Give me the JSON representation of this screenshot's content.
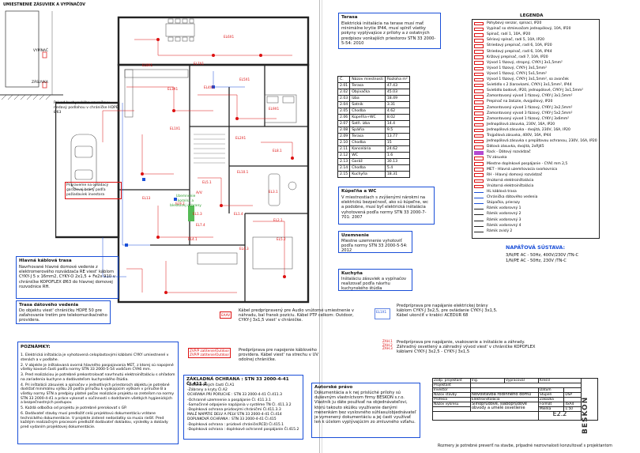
{
  "door_detail": {
    "title": "UMIESTNENIE ZÁSUVIEK A VYPÍNAČOV",
    "switch_label": "VYPÍNAČ",
    "socket_label": "ZÁSUVKA"
  },
  "plan": {
    "garage_note": "Privod kuchynského ozvračovu nedavý podlahou v chráničke HDPE Ø63",
    "gate_note": "Pripraveme na ovládacý garážovej brány podľa požiadaviek investora",
    "main_trace_title": "Hlavná káblová trasa",
    "main_trace_text": "Navrhované hlavné domové vedenie z elektromerového rozvádzača RE viest' káblom CYKY-J 5 x 16mm2, CYKY-O 2x1,5 + Fe2x 910 v chráničke KOPOFLEX Ø63 do hlavnej domovej rozvodnice RH.",
    "data_trace_title": "Trasa dátového vedenia",
    "data_trace_text": "Do objektu viest' chráničku HDPE 50 pre zaťahovanie tretím pre telekomunikačného providera.",
    "central_label": "Uzemnenie komína a bleskovej ochrany",
    "av_label": "A/V",
    "room_tags": [
      "EL6X1",
      "EL7X1",
      "EL8X1",
      "EL9X1",
      "EL3X1",
      "EL4X1",
      "EL5X1",
      "EL1X1",
      "EL2X1",
      "EL1.3",
      "EL1.4",
      "EL7.4",
      "EL8.1",
      "EL10.1",
      "EL5.1",
      "EL5.2",
      "EL4.3",
      "EL2.1",
      "EL4.1",
      "EL3.1",
      "EL13",
      "EL9.2"
    ]
  },
  "terasa": {
    "title": "Terasa",
    "text": "Elektrická inštalácia na terase musí mať minimálne krytie IP44, musí splniť všetky pokyny vyplývajúce z prílohy a z ostatných predpisov vonkajších priestorov STN 33 2000-5-54: 2010"
  },
  "rooms": {
    "headers": [
      "Č.",
      "Názov miestnosti",
      "Rozloha m²"
    ],
    "rows": [
      [
        "2.01",
        "Terasa",
        "47.43"
      ],
      [
        "2.02",
        "Obývačka",
        "45.03"
      ],
      [
        "2.03",
        "Izba",
        "18.49"
      ],
      [
        "2.04",
        "Šatník",
        "3.31"
      ],
      [
        "2.05",
        "Chodba",
        "4.62"
      ],
      [
        "2.06",
        "Kúpeľňa+WC",
        "8.02"
      ],
      [
        "2.07",
        "Šatň. izba",
        "14.4"
      ],
      [
        "2.08",
        "Spálňa",
        "9.5"
      ],
      [
        "2.09",
        "Terasa",
        "13.77"
      ],
      [
        "2.10",
        "Chodba",
        "15"
      ],
      [
        "2.11",
        "Kancelária",
        "24.62"
      ],
      [
        "2.12",
        "WC",
        "1.6"
      ],
      [
        "2.13",
        "Garáž",
        "30.13"
      ],
      [
        "2.14",
        "Chodba",
        "5.4"
      ],
      [
        "2.15",
        "Kuchyňa",
        "18.31"
      ]
    ]
  },
  "legend": {
    "title": "LEGENDA",
    "items": [
      "Pohybový senzor, spínací, IP20",
      "Vypínač so stmievačom jednopólový, 10A, IP20",
      "Spínač, radí 1, 10A, IP20",
      "Sériový spínač, radí 5, 10A, IP20",
      "Striedavý prepínač, radí 6, 10A, IP20",
      "Striedavý prepínač, radí 6, 10A, IP44",
      "Krížový prepínač, radí 7, 10A, IP20",
      "Vývod 1 fázový, stropný, CYKY-J 3x1,5mm²",
      "Vývod 1 fázový, CYKY-J 3x1,5mm²",
      "Vývod 1 fázový, CYKY-J 5x1,5mm²",
      "Vývod 1 fázový, CYKY-J 3x1,5mm², so zvonček",
      "Svietidlo s 2 žiarovkami, CYKY-J 3x1,5mm², IP44",
      "Svietidlo bodové, IP20, jednopólové, CYKY-J 3x1,5mm²",
      "Zamontovaný vývod 1 fázový, CYKY-J 3x1,5mm²",
      "Prepínač na žalúzie, dvojpólový, IP20",
      "Zamontovaný vývod 1 fázový, CYKY-J 3x2,5mm²",
      "Zamontovaný vývod 3 fázový, CYKY-J 5x2,5mm²",
      "Zamontovaný vývod 1 fázový, CYKY-J 3x6mm²",
      "Jednopólová zásuvka, 230V, 16A, IP20",
      "Jednopólová zásuvka - dvojitá, 230V, 16A, IP20",
      "Trojpólová zásuvka, 400V, 16A, IP44",
      "Jednopólová zásuvka s prepäťovou ochranou, 230V, 16A, IP20",
      "Dátová zásuvka, dvojitá, 2xRJ45",
      "Rack - Dátový rozvádzač",
      "TV zásuvka",
      "Miestne doplnkové pospájanie - CYAš mm 2,5",
      "MET - Hlavná uzemňovacia svorkovnica",
      "RH - Hlavný domový rozvádzač",
      "Vnútorná elektroinštalácia",
      "Vnútorná elektroinštalácia",
      "HL káblová trasa",
      "Chránička dátového vedenia",
      "Stúpačka, prierazy",
      "Rámik vodorovný 1",
      "Rámik vodorovný 2",
      "Rámik vodorovný 3",
      "Rámik vodorovný 4",
      "Rámik zvislý 2"
    ]
  },
  "supply": {
    "title": "NAPÁŤOVÁ SÚSTAVA:",
    "lines": [
      "3/N/PE AC - 50Hz, 400V/230V /TN-C",
      "1/N/PE AC - 50Hz, 230V /TN-C"
    ]
  },
  "kupelna": {
    "title": "Kúpeľňa a WC",
    "text": "V miestnostiach s zvýšenými nárokmi na elektrickú bezpečnosť, ako sú kúpeľne, wc a podobne, musí byť elektrická inštalácia vyhotovená podľa normy STN 33 2000-7-701: 2007"
  },
  "uzemnenie": {
    "title": "Uzemnenie",
    "text": "Miestne uzemnenie vyhotoviť podľa normy STN 33 2000-5-54: 2012"
  },
  "kuchyna": {
    "title": "Kuchyňa",
    "text": "Inštaláciu zásuviek a vypínačov realizovať podľa návrhu kuchynského štúdia"
  },
  "notes_right": {
    "ext": "Predpríprava pre napájanie elektrickej brány káblom CYKY-J 3x2,5, pre ovládanie CYKY-J 3x1,5. Kábel ukončiť v krabici ACEDUR 68",
    "gate": "Predpríprava pre napájanie, vsakovanie a inštalácie a záhrady. Záhradný osvetlený a záhradný vývod viest' v chráničke KOPOFLEX káblami CYKY-J 3x2,5 - CYKY-J 3x1,5",
    "tag_ext": "EL1X1",
    "tag_gate": "ZAH.1\nZAH.2\nZAH.3"
  },
  "notes_center": {
    "audio_tag": "EAAV",
    "audio": "Kábel predpripravený pre Audio vnútorné umiestnenie v náhradu, bal fransk poziciu. Kábel PTP celkom: Outdoor, CYKY-J 3x1,5 viest' v chráničke.",
    "vyp_tag": "ZVP/P zatítenie/Outdoor\nZVP/P zatítenie/Outdoor",
    "vyp": "Predpríprava pre napojenie káblového providera. Kábel viest' na strechu v UV odolnej chráničke."
  },
  "poznamky": {
    "title": "POZNÁMKY:",
    "items": [
      "1. Elektrická inštalácia je vyhotovená celoplastovými káblami CYKY umiestnené v stenách a v podlahe.",
      "2. V objekte je inštalovaná ovorná hlavného pospojovania MET, z ktorej sú napojené všetky kovové časti podľa normy STN 33 2000-5-54 vodičom CYA6 mm.",
      "3. Pred realizáciou je potrebné prekontrolovať navrhnutú elektroinštaláciu s ohľadom na zariadenia kuchyne a dodávateľom kuchynského štúdia.",
      "4. Pri inštalácii zásuviek a spínačov v jednotlivých priestoroch objektu je potrebné dodržať minimálnu výšku 20 podľa príručku k vyakajúcim výškam v príručke B a všetky normy STN a predpisy platné počas realizácie projektu so zreteľom na normy STN 33 2000-4-41 a práce vykonať v súčinnosti s dodržaním všetkých hygienických a bezpečnostných postupov.",
      "5. Každá odbočka od projektu je potrebné prerokovať s GP.",
      "6. Dodávateľ stavby musí predložiť celú projektovú dokumentáciu vrátane technického dokumentácie. V projekte zistené nedostatky sa musia riešiť. Pred každým realizačným procesom predložiť dodávateľ dokladov, výsledky a doklady pred vydaním projektovej dokumentácie."
    ]
  },
  "ochrana": {
    "title": "ZÁKLADNÁ OCHRANA : STN 33 2000-4-41 Čl.411.2",
    "lines": [
      "-Izolácia živých častí Čl.A1",
      "-Zábrany a kryty Čl.A2",
      "OCHRANA PRI PORUCHE : STN 33 2000-4-41 Čl.411.3",
      "-Ochranné uzemnenie a pospájanie Čl. 411.3.1",
      "-Samočinné odpojenie napájania v systéme TN Čl. 411.3.2",
      "-Doplnková ochrana prúdovými chráničmi Čl.411.3.3",
      "MALÉ NAPÄTIE DELV A PELV STN 33 2000-4-41 Čl.414",
      "DOPLNKOVÁ OCHRANA : STN 33 2000-4-41 Čl.415",
      "-Doplnková ochrana : prúdové chrániče(RCD) Čl.415.1",
      "-Doplnková ochrana : doplnkové ochranné pospájanie Čl.415.2"
    ]
  },
  "autorske": {
    "title": "Autorské právo",
    "text": "Dokumentácia a k nej prislúché prílohy sú duševným vlastníctvom firmy BESKON s.r.o. Vlastník ju dáte používať na objednávateľovi, ktorú takouto skúšku využívanie danými menenkám bez vyslovného súhlasu/objednávateľ je vymenený dokumentáciu a jej časti využívať len k účelom vyplývajúcim zo zmluvného vzťahu."
  },
  "stamp": {
    "zodp_label": "Zodp. projektant",
    "zodp_name": "Ing.",
    "vypracoval_label": "Vypracoval",
    "kreslil_label": "Kreslil",
    "kontroloval_label": "Projektant",
    "investor_label": "Investor",
    "stavba_label": "Názov stavby",
    "stavba": "Novostavba rodinného domu",
    "profesia_label": "Profesia",
    "profesia": "Elektroinštalácia",
    "vykres_label": "Názov výkresu",
    "vykres": "Silnoprúdové, slaboprúdové obvody a umelé osvetlenie",
    "datum_label": "Dátum",
    "stupen_label": "Stupeň",
    "stupen": "DSP",
    "zakazka_label": "Zákazka",
    "format_label": "Formát",
    "format": "4xA4",
    "mierka_label": "Mierka",
    "mierka": "1:50",
    "cislo": "E2.2",
    "logo": "BESKON"
  },
  "footer": "Rozmery je potrebné preveriť na stavbe, prípadné nezrovnalosti konzultovať s projektantom"
}
